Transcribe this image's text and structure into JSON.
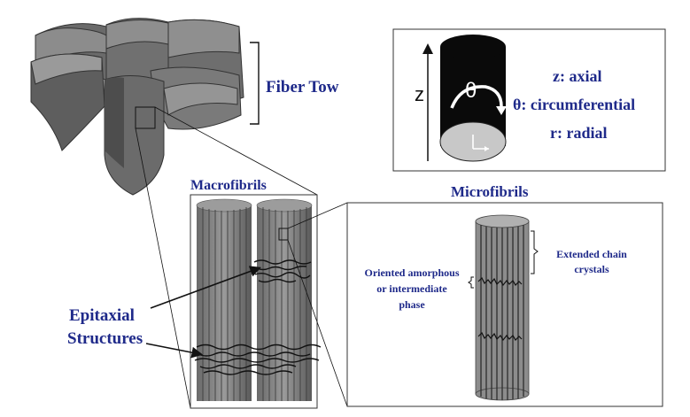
{
  "colors": {
    "label_blue": "#1f2a8a",
    "fiber_light": "#8a8a8a",
    "fiber_mid": "#6f6f6f",
    "fiber_dark": "#4a4a4a",
    "outline": "#222222"
  },
  "fiber_tow": {
    "label": "Fiber Tow"
  },
  "axes_legend": {
    "axis_letter": "z",
    "theta_symbol": "θ",
    "line_axial": "z: axial",
    "line_circumferential": "θ: circumferential",
    "line_radial": "r: radial"
  },
  "macrofibrils": {
    "title": "Macrofibrils"
  },
  "microfibrils": {
    "title": "Microfibrils",
    "amorphous_line1": "Oriented amorphous",
    "amorphous_line2": "or intermediate",
    "amorphous_line3": "phase",
    "crystals_line1": "Extended chain",
    "crystals_line2": "crystals"
  },
  "epitaxial": {
    "line1": "Epitaxial",
    "line2": "Structures"
  }
}
